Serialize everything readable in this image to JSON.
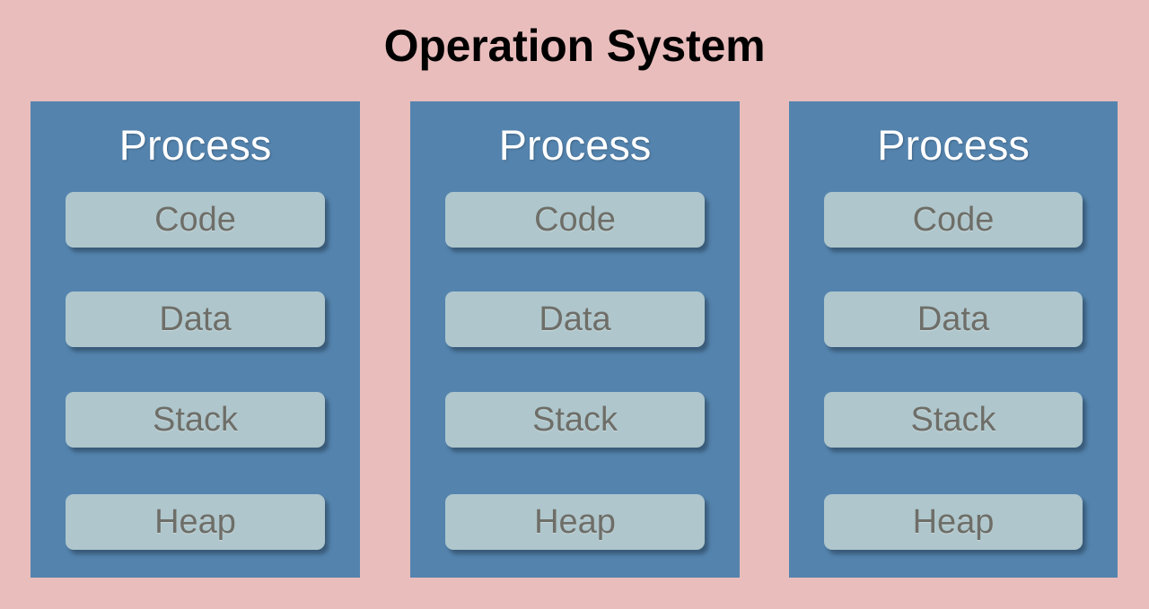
{
  "diagram": {
    "title": "Operation System",
    "background_color": "#e9bdbc",
    "title_color": "#000000",
    "process_color": "#5484ae",
    "segment_color": "#aec6cc",
    "segment_label_color": "#6e6e68",
    "process_label_color": "#ffffff",
    "processes": [
      {
        "heading": "Process",
        "segments": [
          {
            "label": "Code"
          },
          {
            "label": "Data"
          },
          {
            "label": "Stack"
          },
          {
            "label": "Heap"
          }
        ]
      },
      {
        "heading": "Process",
        "segments": [
          {
            "label": "Code"
          },
          {
            "label": "Data"
          },
          {
            "label": "Stack"
          },
          {
            "label": "Heap"
          }
        ]
      },
      {
        "heading": "Process",
        "segments": [
          {
            "label": "Code"
          },
          {
            "label": "Data"
          },
          {
            "label": "Stack"
          },
          {
            "label": "Heap"
          }
        ]
      }
    ]
  }
}
